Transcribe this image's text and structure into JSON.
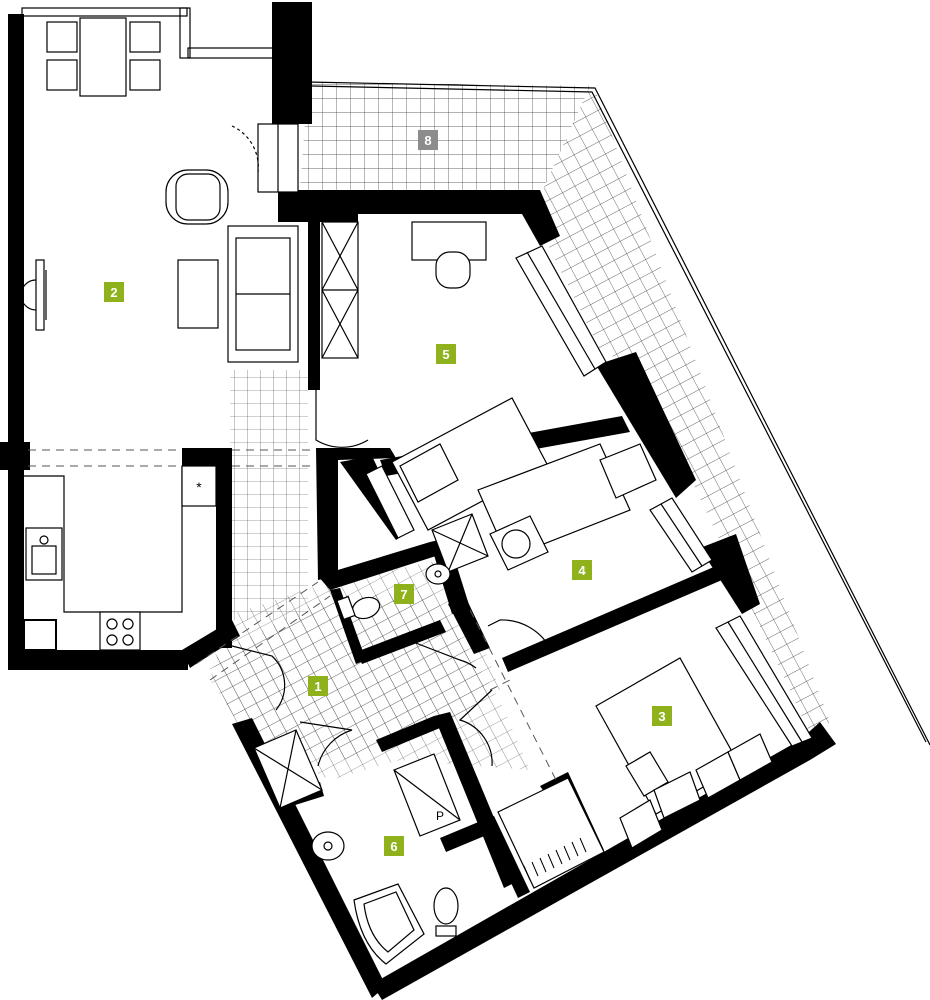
{
  "rooms": [
    {
      "id": "1",
      "label": "1",
      "color": "#8fb21c"
    },
    {
      "id": "2",
      "label": "2",
      "color": "#8fb21c"
    },
    {
      "id": "3",
      "label": "3",
      "color": "#8fb21c"
    },
    {
      "id": "4",
      "label": "4",
      "color": "#8fb21c"
    },
    {
      "id": "5",
      "label": "5",
      "color": "#8fb21c"
    },
    {
      "id": "6",
      "label": "6",
      "color": "#8fb21c"
    },
    {
      "id": "7",
      "label": "7",
      "color": "#8fb21c"
    },
    {
      "id": "8",
      "label": "8",
      "color": "#8c8c8c"
    }
  ],
  "symbols": {
    "fridge_mark": "*",
    "boiler_mark": "P"
  },
  "colors": {
    "wall": "#000000",
    "background": "#ffffff",
    "room_badge": "#8fb21c",
    "terrace_badge": "#8c8c8c"
  }
}
